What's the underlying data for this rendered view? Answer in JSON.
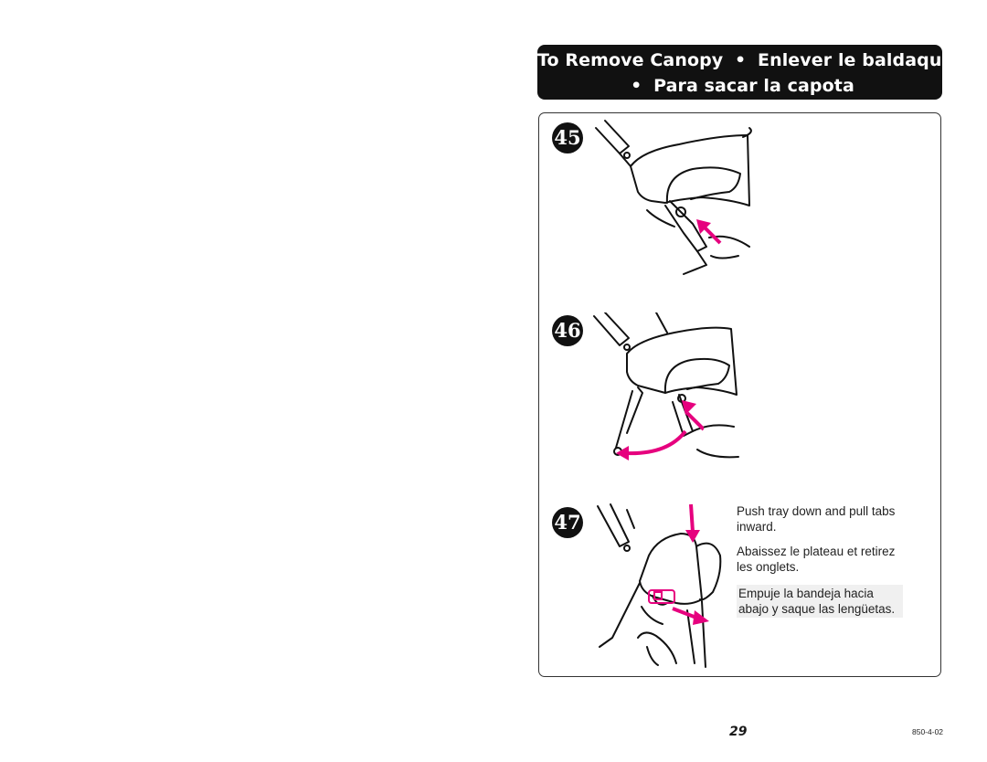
{
  "header": {
    "line1_en": "To Remove Canopy",
    "line1_fr": "Enlever le baldaquin",
    "line2_es": "Para sacar la capota",
    "separator": "•"
  },
  "steps": [
    {
      "number": "45"
    },
    {
      "number": "46"
    },
    {
      "number": "47",
      "text_en": "Push tray down and pull tabs inward.",
      "text_fr": "Abaissez le plateau et retirez les onglets.",
      "text_es": "Empuje la bandeja hacia abajo y saque las lengüetas."
    }
  ],
  "colors": {
    "accent_arrow": "#e6007e",
    "header_bg": "#111111"
  },
  "footer": {
    "page_number": "29",
    "doc_code": "850-4-02"
  }
}
